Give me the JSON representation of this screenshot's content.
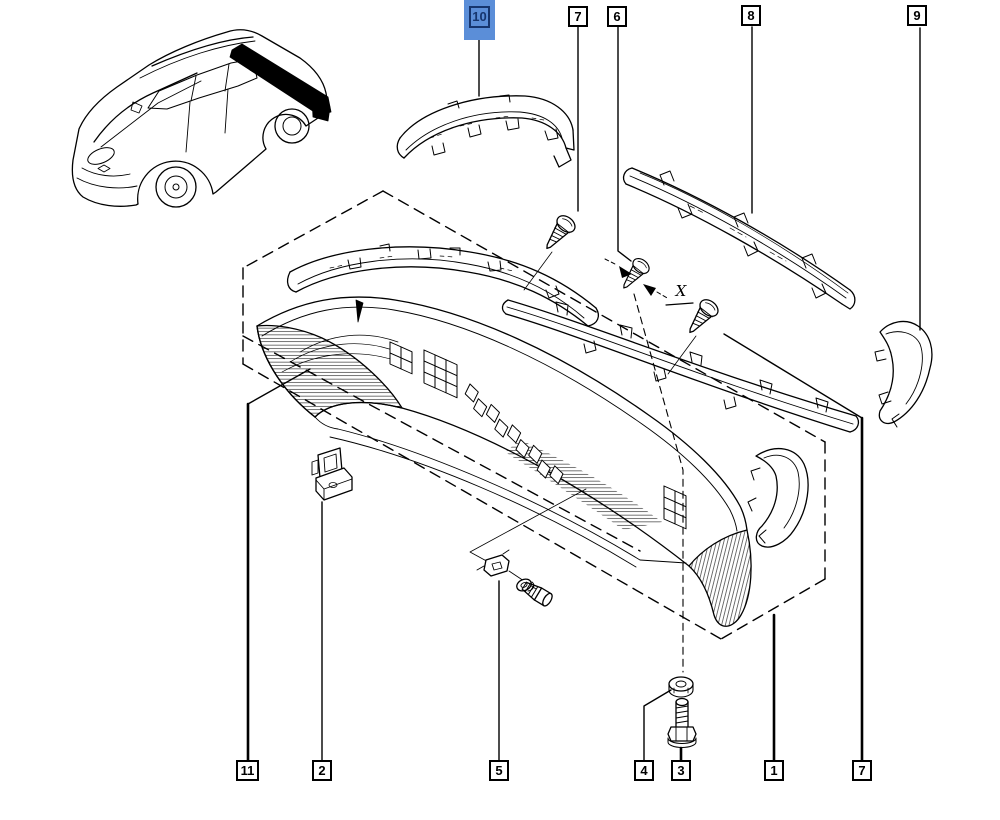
{
  "palette": {
    "highlight_fill": "#5b8ed8",
    "highlight_ink": "#16356e",
    "line_color": "#000000",
    "paper": "#ffffff"
  },
  "marker": {
    "x_label": "X"
  },
  "callouts": {
    "top": [
      {
        "label": "10",
        "highlighted": true
      },
      {
        "label": "7",
        "highlighted": false
      },
      {
        "label": "6",
        "highlighted": false
      },
      {
        "label": "8",
        "highlighted": false
      },
      {
        "label": "9",
        "highlighted": false
      }
    ],
    "bottom": [
      {
        "label": "11"
      },
      {
        "label": "2"
      },
      {
        "label": "5"
      },
      {
        "label": "4"
      },
      {
        "label": "3"
      },
      {
        "label": "1"
      },
      {
        "label": "7"
      }
    ]
  }
}
